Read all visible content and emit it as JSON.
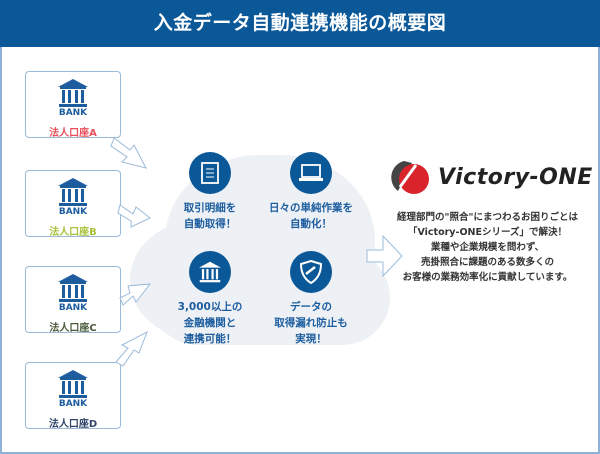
{
  "header": {
    "title": "入金データ自動連携機能の概要図"
  },
  "banks": [
    {
      "icon_text": "BANK",
      "label": "法人口座A",
      "color": "#e8505b"
    },
    {
      "icon_text": "BANK",
      "label": "法人口座B",
      "color": "#a8c23c"
    },
    {
      "icon_text": "BANK",
      "label": "法人口座C",
      "color": "#4b5a3c"
    },
    {
      "icon_text": "BANK",
      "label": "法人口座D",
      "color": "#2f4468"
    }
  ],
  "features": [
    {
      "icon": "document-icon",
      "text": "取引明細を\n自動取得！"
    },
    {
      "icon": "laptop-icon",
      "text": "日々の単純作業を\n自動化！"
    },
    {
      "icon": "bank-icon",
      "text": "3,000以上の\n金融機関と\n連携可能！"
    },
    {
      "icon": "shield-icon",
      "text": "データの\n取得漏れ防止も\n実現！"
    }
  ],
  "logo": {
    "text": "Victory-ONE"
  },
  "description": [
    "経理部門の\"照合\"にまつわるお困りごとは",
    "「Victory-ONEシリーズ」で解決！",
    "業種や企業規模を問わず、",
    "売掛照合に課題のある数多くの",
    "お客様の業務効率化に貢献しています。"
  ],
  "colors": {
    "primary": "#0b5898",
    "cloud": "#edf1f6"
  }
}
